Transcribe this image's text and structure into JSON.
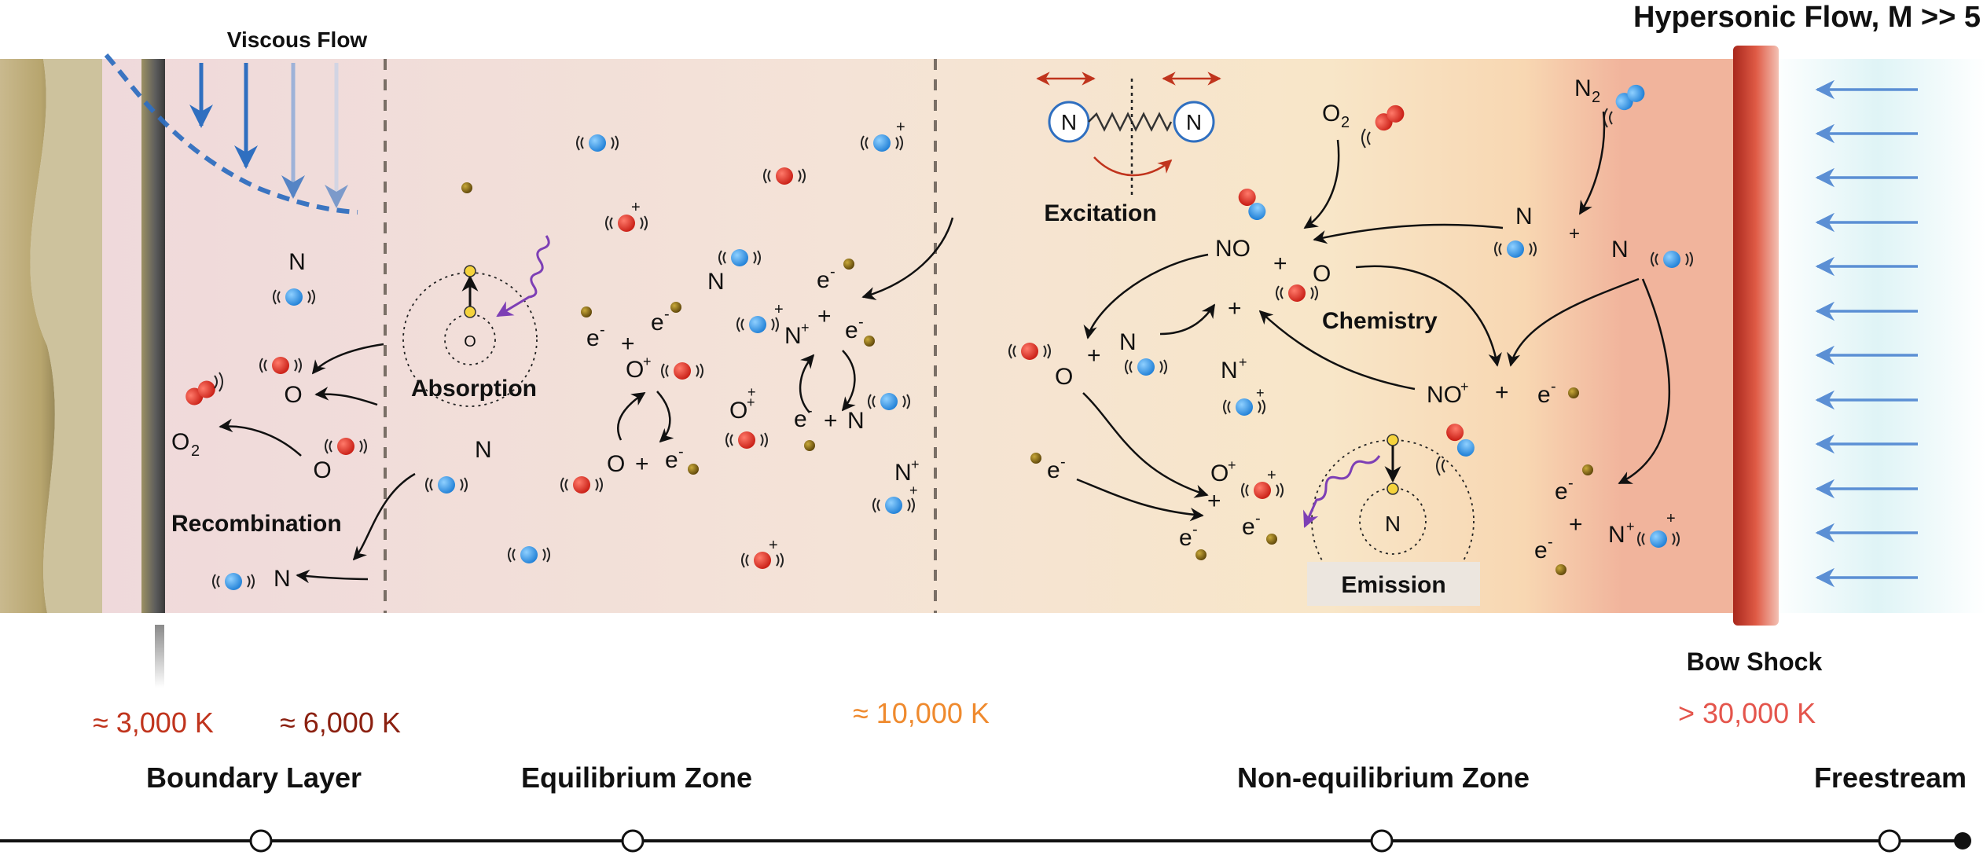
{
  "title": "Hypersonic Flow, M >> 5",
  "viscous_flow": "Viscous Flow",
  "bow_shock": "Bow Shock",
  "processes": {
    "excitation": "Excitation",
    "chemistry": "Chemistry",
    "absorption": "Absorption",
    "emission": "Emission",
    "recombination": "Recombination"
  },
  "temperatures": {
    "t1": "≈ 3,000 K",
    "t2": "≈ 6,000 K",
    "t3": "≈ 10,000 K",
    "t4": "> 30,000 K"
  },
  "zones": {
    "boundary": "Boundary Layer",
    "equilibrium": "Equilibrium Zone",
    "nonequilibrium": "Non-equilibrium Zone",
    "freestream": "Freestream"
  },
  "species": {
    "N": "N",
    "O": "O",
    "O2": "O",
    "N2": "N",
    "NO": "NO",
    "sub2": "2",
    "e": "e",
    "minus": "-",
    "plus": "+"
  },
  "colors": {
    "oxygen": "#e53327",
    "nitrogen": "#3b9be8",
    "electron": "#8a6d12",
    "temp_red": "#c0341d",
    "temp_orange": "#ef8a2e",
    "temp_pink": "#e4554c",
    "flow_blue": "#2f6fc0",
    "photon": "#7d3fb5"
  }
}
